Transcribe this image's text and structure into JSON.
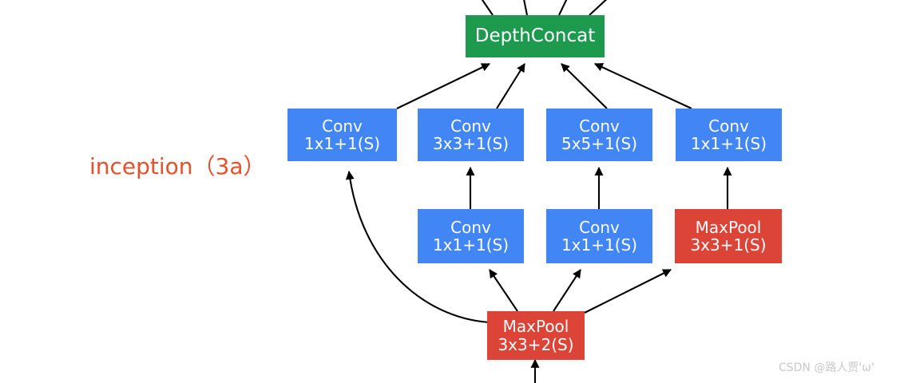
{
  "diagram": {
    "title_label": "inception（3a）",
    "watermark": "CSDN @路人贾'ω'",
    "colors": {
      "concat": "#1e9a4f",
      "conv": "#4285f4",
      "pool": "#db4437",
      "label": "#e8502a",
      "edge": "#000000",
      "background": "#ffffff",
      "watermark": "#c9c9c9"
    },
    "nodes": {
      "depthconcat": {
        "line1": "DepthConcat",
        "line2": ""
      },
      "conv_1x1_branch1": {
        "line1": "Conv",
        "line2": "1x1+1(S)"
      },
      "conv_3x3_branch2": {
        "line1": "Conv",
        "line2": "3x3+1(S)"
      },
      "conv_5x5_branch3": {
        "line1": "Conv",
        "line2": "5x5+1(S)"
      },
      "conv_1x1_branch4": {
        "line1": "Conv",
        "line2": "1x1+1(S)"
      },
      "conv_1x1_reduce_branch2": {
        "line1": "Conv",
        "line2": "1x1+1(S)"
      },
      "conv_1x1_reduce_branch3": {
        "line1": "Conv",
        "line2": "1x1+1(S)"
      },
      "maxpool_3x3_s1": {
        "line1": "MaxPool",
        "line2": "3x3+1(S)"
      },
      "maxpool_3x3_s2": {
        "line1": "MaxPool",
        "line2": "3x3+2(S)"
      }
    }
  }
}
